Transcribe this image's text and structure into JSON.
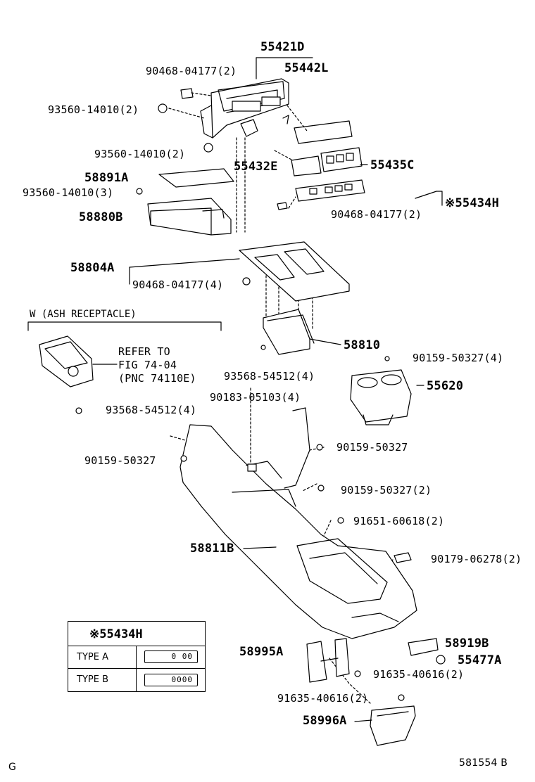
{
  "section": {
    "title": "W (ASH RECEPTACLE)",
    "refer_line1": "REFER TO",
    "refer_line2": "FIG 74-04",
    "refer_line3": "(PNC 74110E)"
  },
  "labels": {
    "p55421D": "55421D",
    "p90468_04177_2_a": "90468-04177(2)",
    "p55442L": "55442L",
    "p93560_14010_2_a": "93560-14010(2)",
    "p93560_14010_2_b": "93560-14010(2)",
    "p55432E": "55432E",
    "p55435C": "55435C",
    "p58891A": "58891A",
    "p93560_14010_3": "93560-14010(3)",
    "p55434H": "※55434H",
    "p90468_04177_2_b": "90468-04177(2)",
    "p58880B": "58880B",
    "p58804A": "58804A",
    "p90468_04177_4": "90468-04177(4)",
    "p58810": "58810",
    "p93568_54512_4_a": "93568-54512(4)",
    "p90159_50327_4": "90159-50327(4)",
    "p55620": "55620",
    "p93568_54512_4_b": "93568-54512(4)",
    "p90183_05103_4": "90183-05103(4)",
    "p90159_50327_a": "90159-50327",
    "p90159_50327_b": "90159-50327",
    "p90159_50327_2": "90159-50327(2)",
    "p91651_60618_2": "91651-60618(2)",
    "p58811B": "58811B",
    "p90179_06278_2": "90179-06278(2)",
    "p58919B": "58919B",
    "p58995A": "58995A",
    "p55477A": "55477A",
    "p91635_40616_2_a": "91635-40616(2)",
    "p91635_40616_2_b": "91635-40616(2)",
    "p58996A": "58996A"
  },
  "legend": {
    "title": "※55434H",
    "type_a": "TYPE A",
    "type_a_switch": "0 00",
    "type_b": "TYPE B",
    "type_b_switch": "0000"
  },
  "footer": {
    "left": "G",
    "right": "581554 B"
  }
}
